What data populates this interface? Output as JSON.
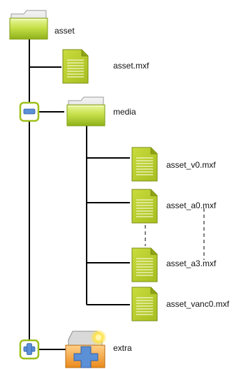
{
  "tree": {
    "root": {
      "label": "asset"
    },
    "file_asset_mxf": {
      "label": "asset.mxf"
    },
    "folder_media": {
      "label": "media",
      "expander": "minus"
    },
    "media_files": [
      {
        "label": "asset_v0.mxf"
      },
      {
        "label": "asset_a0.mxf"
      },
      {
        "label": "asset_a3.mxf"
      },
      {
        "label": "asset_vanc0.mxf"
      }
    ],
    "folder_extra": {
      "label": "extra",
      "expander": "plus"
    }
  },
  "colors": {
    "folder_green": "#a3c41c",
    "folder_green_light": "#d7ea72",
    "file_green": "#b7cc2a",
    "file_lines": "#f2f7c8",
    "connector": "#000000",
    "expander_border": "#9dbf1a",
    "expander_symbol": "#5b8fd6",
    "extra_badge": "#f1a23b",
    "extra_star": "#ffd93d"
  },
  "icons": {
    "folder": "folder-icon",
    "file": "file-icon",
    "expander_minus": "collapse-icon",
    "expander_plus": "expand-icon",
    "extra": "extra-folder-icon"
  }
}
